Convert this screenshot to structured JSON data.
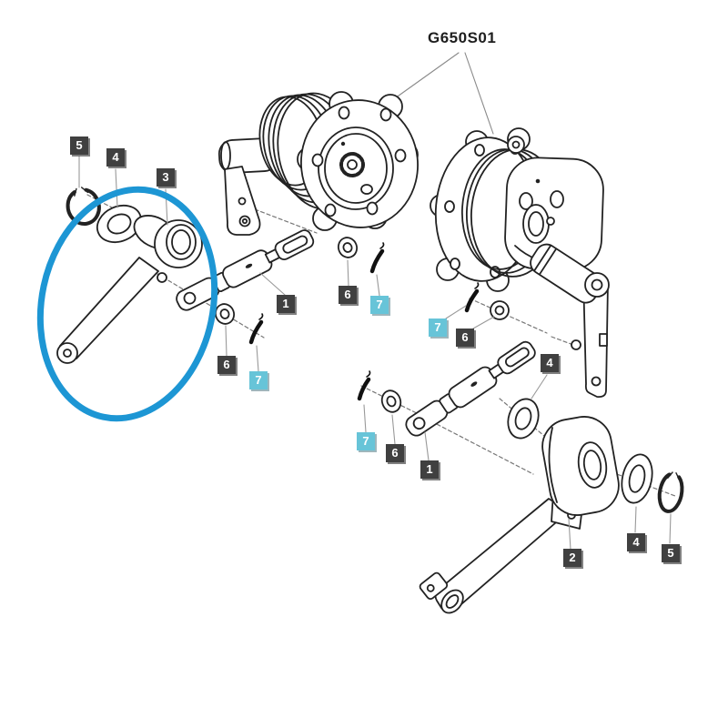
{
  "title": "G650S01",
  "colors": {
    "highlight": "#1d96d4",
    "callout_dark": "#404040",
    "callout_teal": "#67c4d8",
    "line": "#222222"
  },
  "highlighted_part_number": "3",
  "callouts": [
    {
      "text": "5",
      "variant": "dark"
    },
    {
      "text": "4",
      "variant": "dark"
    },
    {
      "text": "3",
      "variant": "dark"
    },
    {
      "text": "1",
      "variant": "dark"
    },
    {
      "text": "6",
      "variant": "dark"
    },
    {
      "text": "7",
      "variant": "teal"
    },
    {
      "text": "7",
      "variant": "teal"
    },
    {
      "text": "6",
      "variant": "dark"
    },
    {
      "text": "6",
      "variant": "dark"
    },
    {
      "text": "7",
      "variant": "teal"
    },
    {
      "text": "4",
      "variant": "dark"
    },
    {
      "text": "7",
      "variant": "teal"
    },
    {
      "text": "6",
      "variant": "dark"
    },
    {
      "text": "1",
      "variant": "dark"
    },
    {
      "text": "2",
      "variant": "dark"
    },
    {
      "text": "4",
      "variant": "dark"
    },
    {
      "text": "5",
      "variant": "dark"
    }
  ]
}
